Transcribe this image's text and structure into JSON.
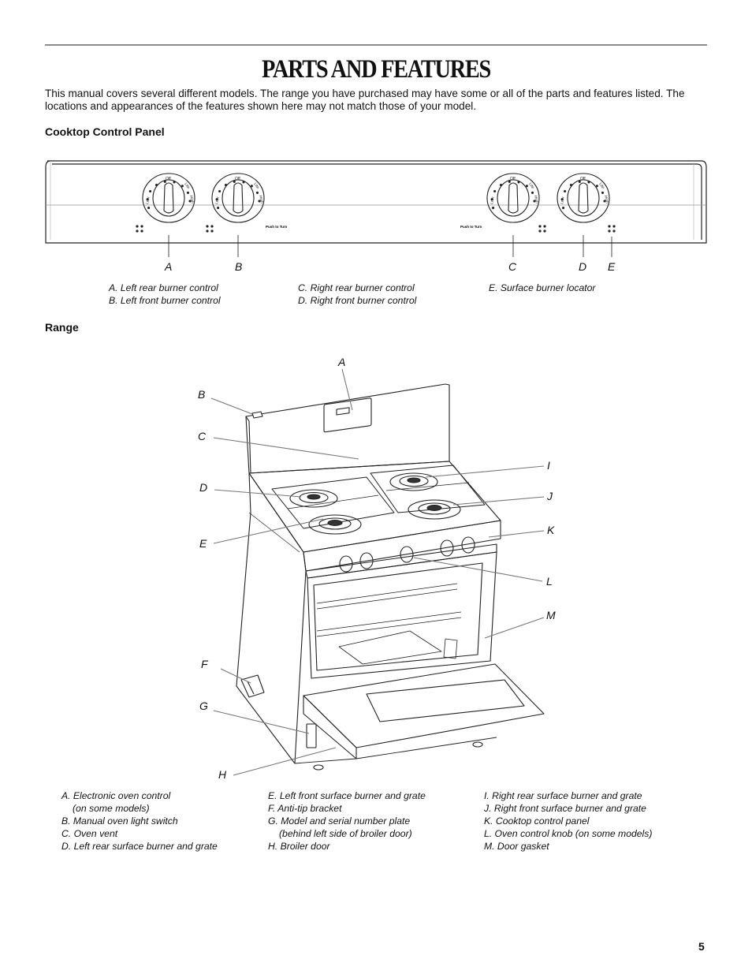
{
  "title": "PARTS AND FEATURES",
  "intro": "This manual covers several different models. The range you have purchased may have some or all of the parts and features listed. The locations and appearances of the features shown here may not match those of your model.",
  "cooktop": {
    "heading": "Cooktop Control Panel",
    "knob_text": {
      "off": "Off",
      "low": "Low",
      "lite": "Lite",
      "high": "High"
    },
    "push_to_turn": "Push to Turn",
    "callouts": [
      "A",
      "B",
      "C",
      "D",
      "E"
    ],
    "legend": [
      [
        "A. Left rear burner control",
        "B. Left front burner control"
      ],
      [
        "C. Right rear burner control",
        "D. Right front burner control"
      ],
      [
        "E. Surface burner locator"
      ]
    ]
  },
  "range": {
    "heading": "Range",
    "callouts": {
      "left": [
        "B",
        "C",
        "D",
        "E",
        "F",
        "G",
        "H"
      ],
      "top": "A",
      "right": [
        "I",
        "J",
        "K",
        "L",
        "M"
      ]
    },
    "legend": [
      [
        "A. Electronic oven control",
        "(on some models)",
        "B. Manual oven light switch",
        "C. Oven vent",
        "D. Left rear surface burner and grate"
      ],
      [
        "E. Left front surface burner and grate",
        "F. Anti-tip bracket",
        "G. Model and serial number plate",
        "(behind left side of broiler door)",
        "H. Broiler door"
      ],
      [
        "I. Right rear surface burner and grate",
        "J. Right front surface burner and grate",
        "K. Cooktop control panel",
        "L. Oven control knob (on some models)",
        "M. Door gasket"
      ]
    ]
  },
  "page_number": "5"
}
